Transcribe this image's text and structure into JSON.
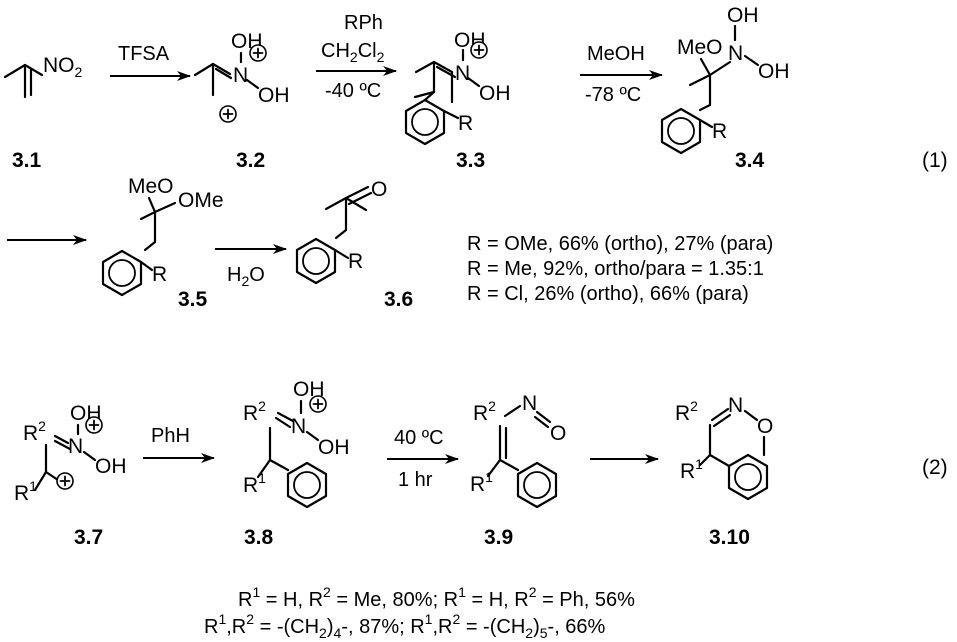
{
  "atoms": {
    "NO2": "NO",
    "two": "2",
    "OH": "OH",
    "N": "N",
    "O": "O",
    "MeO": "MeO",
    "OMe": "OMe",
    "R": "R",
    "R2": "R",
    "R1": "R",
    "sup1": "1",
    "sup2": "2",
    "plus": "+"
  },
  "reagents": {
    "tfsa": "TFSA",
    "rph": "RPh",
    "ch2cl2_a": "CH",
    "ch2cl2_b": "Cl",
    "temp1": "-40 ºC",
    "meoh": "MeOH",
    "temp2": "-78 ºC",
    "h2o_a": "H",
    "h2o_b": "O",
    "phh": "PhH",
    "temp3": "40 ºC",
    "time3": "1 hr"
  },
  "labels": {
    "c31": "3.1",
    "c32": "3.2",
    "c33": "3.3",
    "c34": "3.4",
    "c35": "3.5",
    "c36": "3.6",
    "c37": "3.7",
    "c38": "3.8",
    "c39": "3.9",
    "c310": "3.10",
    "eq1": "(1)",
    "eq2": "(2)"
  },
  "yields1": {
    "line1": "R = OMe, 66% (ortho), 27% (para)",
    "line2": "R = Me, 92%, ortho/para = 1.35:1",
    "line3": "R = Cl, 26% (ortho), 66% (para)"
  },
  "yields2": {
    "a_r1": "R",
    "a_s1": "1",
    "a_mid": " = H, R",
    "a_s2": "2",
    "a_end1": " = Me, 80%; R",
    "a_s3": "1",
    "a_mid2": " = H, R",
    "a_s4": "2",
    "a_end2": " = Ph, 56%",
    "b_r1": "R",
    "b_s1": "1",
    "b_mid": ",R",
    "b_s2": "2",
    "b_val1": " = -(CH",
    "b_sub1": "2",
    "b_close1": ")",
    "b_sub1b": "4",
    "b_end1": "-, 87%; R",
    "b_s3": "1",
    "b_mid2": ",R",
    "b_s4": "2",
    "b_val2": " = -(CH",
    "b_sub2": "2",
    "b_close2": ")",
    "b_sub2b": "5",
    "b_end2": "-, 66%"
  }
}
